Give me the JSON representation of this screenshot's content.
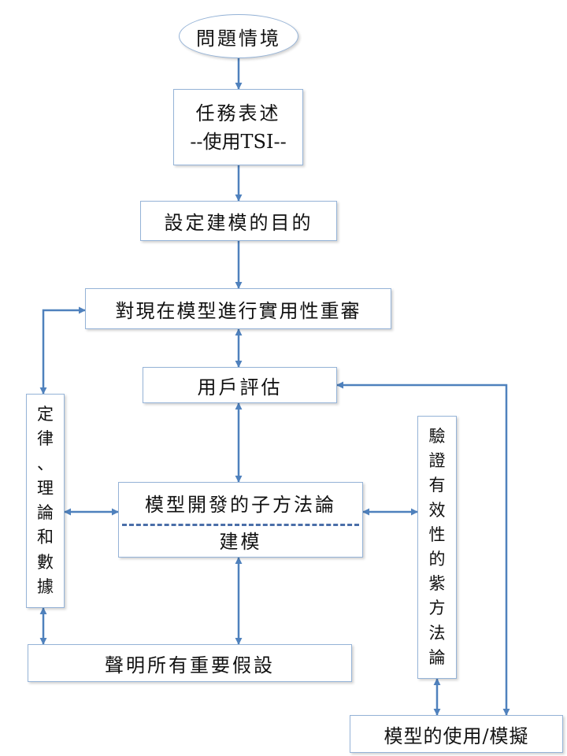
{
  "nodes": {
    "problem": "問題情境",
    "task_line1": "任務表述",
    "task_line2": "--使用TSI--",
    "purpose": "設定建模的目的",
    "review": "對現在模型進行實用性重審",
    "user_eval": "用戶評估",
    "laws": [
      "定",
      "律",
      "、",
      "理",
      "論",
      "和",
      "數",
      "據"
    ],
    "subprocess_top": "模型開發的子方法論",
    "subprocess_bottom": "建模",
    "validate": [
      "驗",
      "證",
      "有",
      "效",
      "性",
      "的",
      "紫",
      "方",
      "法",
      "論"
    ],
    "assumptions": "聲明所有重要假設",
    "usage": "模型的使用/模擬"
  },
  "colors": {
    "arrow": "#4f81bd",
    "border": "#95b3d7",
    "dash": "#4a6ea8"
  }
}
